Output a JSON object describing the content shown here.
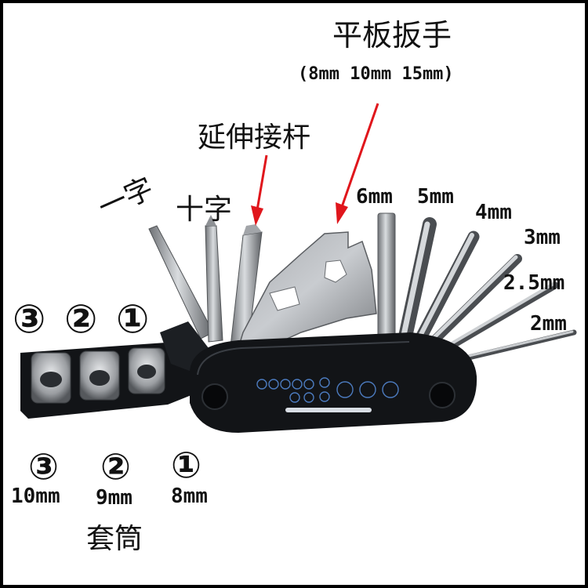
{
  "labels": {
    "flat_wrench": "平板扳手",
    "flat_wrench_sizes": "(8mm 10mm 15mm)",
    "extension_rod": "延伸接杆",
    "flathead": "一字",
    "phillips": "十字",
    "socket_caption": "套筒"
  },
  "hex_keys": [
    "6mm",
    "5mm",
    "4mm",
    "3mm",
    "2.5mm",
    "2mm"
  ],
  "sockets_top": [
    "③",
    "②",
    "①"
  ],
  "sockets_bottom": [
    {
      "num": "③",
      "size": "10mm"
    },
    {
      "num": "②",
      "size": "9mm"
    },
    {
      "num": "①",
      "size": "8mm"
    }
  ],
  "colors": {
    "arrow": "#e0161c",
    "body": "#121417",
    "metal": "#b9bcc0"
  }
}
